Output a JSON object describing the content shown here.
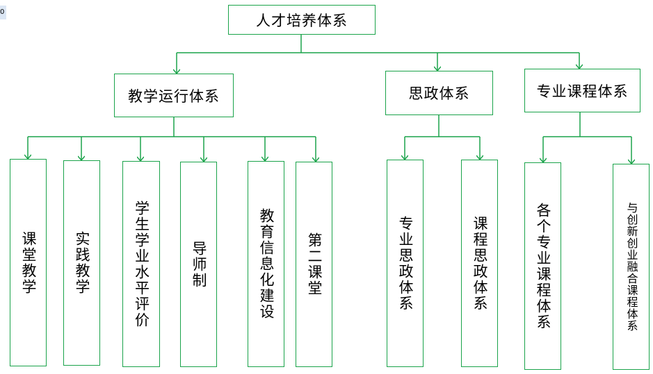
{
  "corner_label": "0",
  "root": "人才培养体系",
  "branches": [
    {
      "label": "教学运行体系",
      "leaves": [
        "课堂教学",
        "实践教学",
        "学生学业水平评价",
        "导师制",
        "教育信息化建设",
        "第二课堂"
      ]
    },
    {
      "label": "思政体系",
      "leaves": [
        "专业思政体系",
        "课程思政体系"
      ]
    },
    {
      "label": "专业课程体系",
      "leaves": [
        "各个专业课程体系",
        "与创新创业融合课程体系"
      ]
    }
  ],
  "colors": {
    "line": "#1aa34a",
    "border": "#1aa34a"
  }
}
